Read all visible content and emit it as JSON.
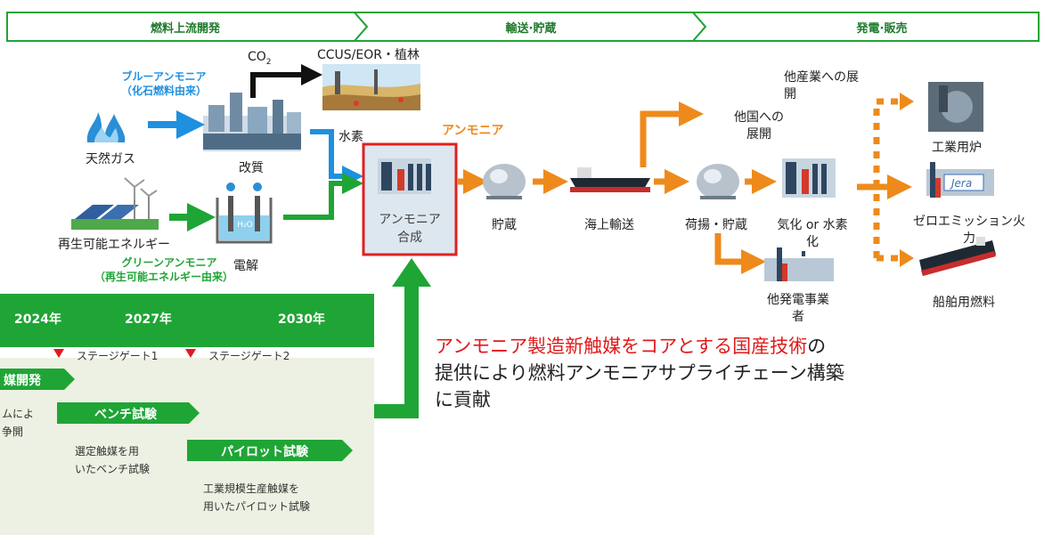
{
  "phases": [
    "燃料上流開発",
    "輸送·貯蔵",
    "発電·販売"
  ],
  "colors": {
    "green": "#1fa535",
    "orange": "#ee8a1b",
    "blue": "#1e90e0",
    "red": "#e01a1a"
  },
  "left": {
    "blue_title": "ブルーアンモニア",
    "blue_sub": "（化石燃料由来）",
    "natural_gas": "天然ガス",
    "reform": "改質",
    "co2": "CO",
    "co2_sub": "2",
    "ccus": "CCUS/EOR・植林",
    "hydrogen": "水素",
    "renewable": "再生可能エネルギー",
    "green_title": "グリーンアンモニア",
    "green_sub": "（再生可能エネルギー由来）",
    "electrolysis": "電解",
    "h2o": "H₂O"
  },
  "center": {
    "ammonia_label": "アンモニア",
    "synthesis_line1": "アンモニア",
    "synthesis_line2": "合成",
    "storage": "貯蔵",
    "sea_transport": "海上輸送",
    "unload_storage": "荷揚・貯蔵"
  },
  "right": {
    "other_industry_l1": "他産業への展",
    "other_industry_l2": "開",
    "other_country_l1": "他国への",
    "other_country_l2": "展開",
    "vaporize_l1": "気化 or 水素",
    "vaporize_l2": "化",
    "other_power_l1": "他発電事業",
    "other_power_l2": "者",
    "furnace": "工業用炉",
    "zero_em_l1": "ゼロエミッション火",
    "zero_em_l2": "力",
    "ship_fuel": "船舶用燃料",
    "jera": "Jera"
  },
  "timeline": {
    "years": [
      "2024年",
      "2027年",
      "2030年"
    ],
    "gates": [
      "ステージゲート1",
      "ステージゲート2"
    ],
    "catalyst_dev": "媒開発",
    "text1_l1": "ムによ",
    "text1_l2": "争開",
    "bench_test": "ベンチ試験",
    "bench_desc_l1": "選定触媒を用",
    "bench_desc_l2": "いたベンチ試験",
    "pilot_test": "パイロット試験",
    "pilot_desc_l1": "工業規模生産触媒を",
    "pilot_desc_l2": "用いたパイロット試験"
  },
  "message": {
    "red_part": "アンモニア製造新触媒をコアとする国産技術",
    "line1_rest": "の",
    "line2": "提供により燃料アンモニアサプライチェーン構築",
    "line3": "に貢献"
  }
}
